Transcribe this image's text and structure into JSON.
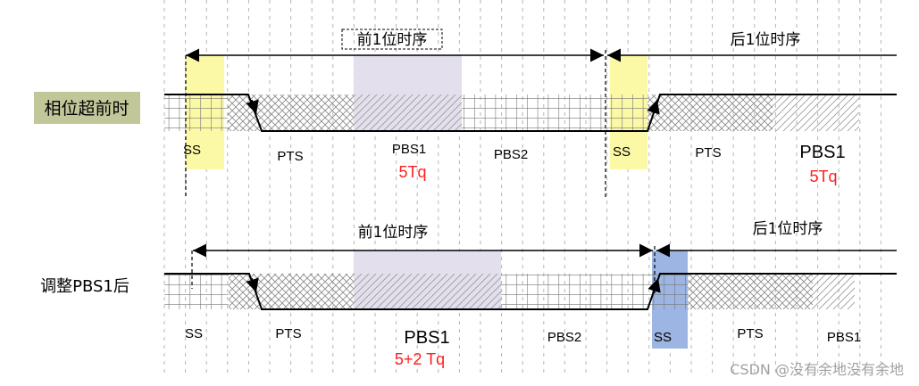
{
  "colors": {
    "ss_highlight_top": "#fbf9a6",
    "ss_highlight_bottom": "#9db5e2",
    "pbs1_highlight": "#e3dfec",
    "row_label_bg": "#c2c79a",
    "red_text": "#ff2020",
    "watermark": "#a0a0a0"
  },
  "rows": [
    {
      "label": "相位超前时",
      "prev_bit": "前1位时序",
      "next_bit": "后1位时序",
      "segments": {
        "ss1": "SS",
        "pts1": "PTS",
        "pbs1": "PBS1",
        "pbs1_len": "5Tq",
        "pbs2": "PBS2",
        "ss2": "SS",
        "pts2": "PTS",
        "pbs1_next": "PBS1",
        "pbs1_next_len": "5Tq"
      }
    },
    {
      "label": "调整PBS1后",
      "prev_bit": "前1位时序",
      "next_bit": "后1位时序",
      "segments": {
        "ss1": "SS",
        "pts1": "PTS",
        "pbs1": "PBS1",
        "pbs1_len": "5+2 Tq",
        "pbs2": "PBS2",
        "ss2": "SS",
        "pts2": "PTS",
        "pbs1_next": "PBS1"
      }
    }
  ],
  "watermark": "CSDN @没有余地没有余地"
}
